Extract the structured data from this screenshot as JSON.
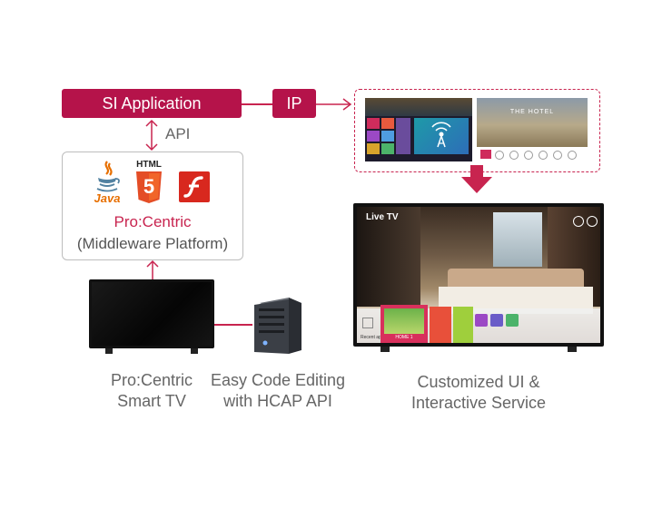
{
  "top_row": {
    "si_application": "SI Application",
    "ip": "IP",
    "api": "API"
  },
  "middleware": {
    "html_label": "HTML",
    "html_number": "5",
    "java_label": "Java",
    "product": "Pro:Centric",
    "platform": "(Middleware Platform)"
  },
  "captions": {
    "tv_line1": "Pro:Centric",
    "tv_line2": "Smart TV",
    "server_line1": "Easy Code Editing",
    "server_line2": "with HCAP API",
    "ui_line1": "Customized UI &",
    "ui_line2": "Interactive Service"
  },
  "preview": {
    "hotel_title": "THE HOTEL"
  },
  "big_tv": {
    "live_tv": "Live TV",
    "home_tile": "HOME 1",
    "recent_label": "Recent ap"
  },
  "colors": {
    "accent": "#b5134a",
    "magenta": "#c8244f",
    "html5": "#e44d26",
    "flash": "#d8281e"
  },
  "icons": [
    "java-icon",
    "html5-icon",
    "flash-icon",
    "server-icon",
    "tv-icon",
    "wifi-icon",
    "power-icon",
    "settings-icon"
  ]
}
